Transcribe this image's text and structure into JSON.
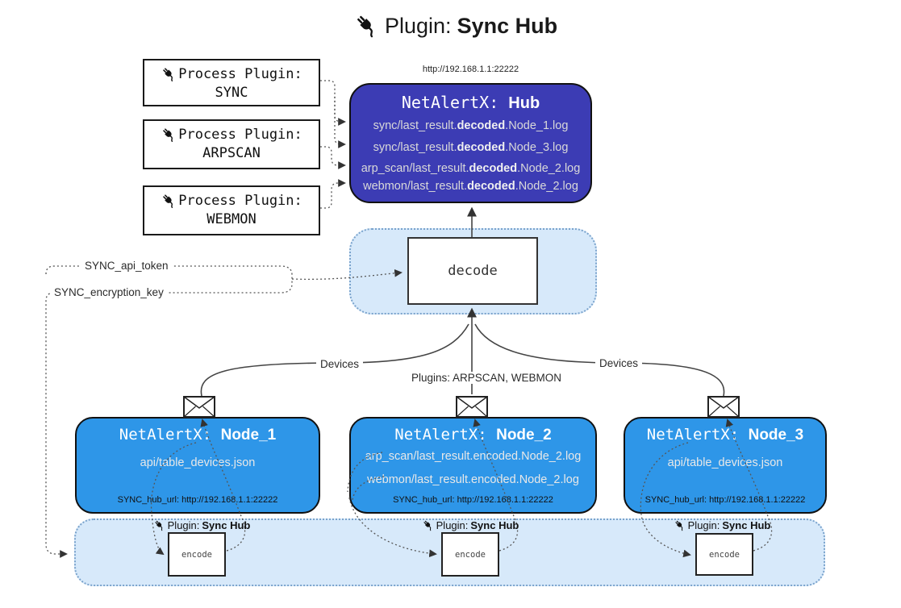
{
  "colors": {
    "hub_bg": "#3c3cb4",
    "node_bg": "#2e96e8",
    "panel_bg": "#d7e9fa",
    "panel_border": "#7aa3cc"
  },
  "title": {
    "label": "Plugin:",
    "name": "Sync Hub"
  },
  "process_plugins": [
    {
      "label": "Process Plugin:",
      "name": "SYNC"
    },
    {
      "label": "Process Plugin:",
      "name": "ARPSCAN"
    },
    {
      "label": "Process Plugin:",
      "name": "WEBMON"
    }
  ],
  "hub": {
    "url": "http://192.168.1.1:22222",
    "prefix": "NetAlertX: ",
    "name": "Hub",
    "logs": [
      {
        "pre": "sync/last_result.",
        "bold": "decoded",
        "post": ".Node_1.log"
      },
      {
        "pre": "sync/last_result.",
        "bold": "decoded",
        "post": ".Node_3.log"
      },
      {
        "pre": "arp_scan/last_result.",
        "bold": "decoded",
        "post": ".Node_2.log"
      },
      {
        "pre": "webmon/last_result.",
        "bold": "decoded",
        "post": ".Node_2.log"
      }
    ]
  },
  "decode": {
    "label": "decode"
  },
  "config_labels": {
    "api_token": "SYNC_api_token",
    "encryption_key": "SYNC_encryption_key"
  },
  "edge_labels": {
    "devices_left": "Devices",
    "plugins_center": "Plugins: ARPSCAN, WEBMON",
    "devices_right": "Devices"
  },
  "nodes": [
    {
      "prefix": "NetAlertX: ",
      "name": "Node_1",
      "files": [
        "api/table_devices.json"
      ],
      "footer": "SYNC_hub_url: http://192.168.1.1:22222"
    },
    {
      "prefix": "NetAlertX: ",
      "name": "Node_2",
      "files": [
        "arp_scan/last_result.encoded.Node_2.log",
        "webmon/last_result.encoded.Node_2.log"
      ],
      "footer": "SYNC_hub_url: http://192.168.1.1:22222"
    },
    {
      "prefix": "NetAlertX: ",
      "name": "Node_3",
      "files": [
        "api/table_devices.json"
      ],
      "footer": "SYNC_hub_url: http://192.168.1.1:22222"
    }
  ],
  "encoders": [
    {
      "label": "Plugin:",
      "name": "Sync Hub",
      "box": "encode"
    },
    {
      "label": "Plugin:",
      "name": "Sync Hub",
      "box": "encode"
    },
    {
      "label": "Plugin:",
      "name": "Sync Hub",
      "box": "encode"
    }
  ]
}
